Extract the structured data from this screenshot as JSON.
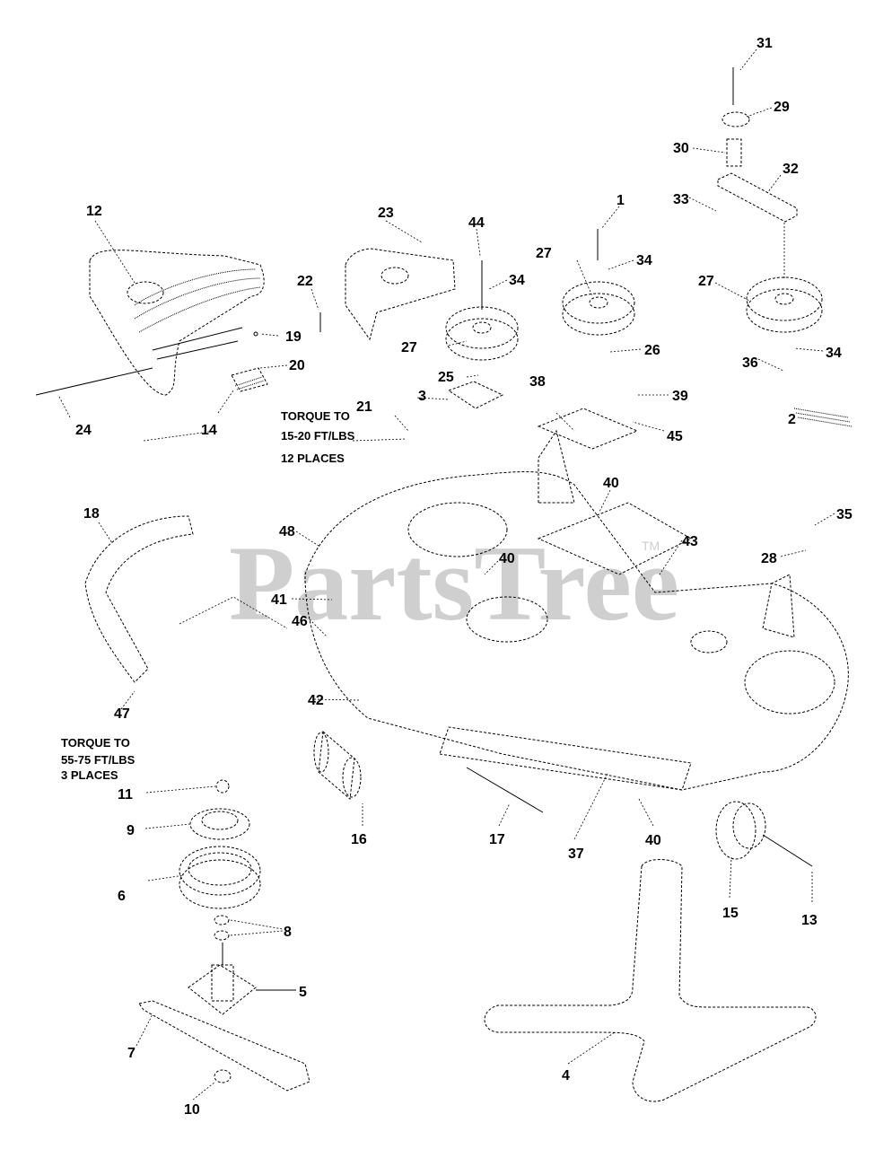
{
  "watermark": {
    "text": "PartsTree",
    "trademark": "TM"
  },
  "notes": {
    "torque_deck": [
      "TORQUE TO",
      "15-20 FT/LBS",
      "12 PLACES"
    ],
    "torque_spindle": [
      "TORQUE TO",
      "55-75 FT/LBS",
      "3 PLACES"
    ]
  },
  "callouts": {
    "c1": "1",
    "c2": "2",
    "c3": "3",
    "c4": "4",
    "c5": "5",
    "c6": "6",
    "c7": "7",
    "c8": "8",
    "c9": "9",
    "c10": "10",
    "c11": "11",
    "c12": "12",
    "c13": "13",
    "c14": "14",
    "c15": "15",
    "c16": "16",
    "c17": "17",
    "c18": "18",
    "c19": "19",
    "c20": "20",
    "c21": "21",
    "c22": "22",
    "c23": "23",
    "c24": "24",
    "c25": "25",
    "c26": "26",
    "c27a": "27",
    "c27b": "27",
    "c27c": "27",
    "c28": "28",
    "c29": "29",
    "c30": "30",
    "c31": "31",
    "c32": "32",
    "c33": "33",
    "c34a": "34",
    "c34b": "34",
    "c34c": "34",
    "c35": "35",
    "c36": "36",
    "c37": "37",
    "c38": "38",
    "c39": "39",
    "c40a": "40",
    "c40b": "40",
    "c40c": "40",
    "c41": "41",
    "c42": "42",
    "c43": "43",
    "c44": "44",
    "c45": "45",
    "c46": "46",
    "c47": "47",
    "c48": "48"
  }
}
